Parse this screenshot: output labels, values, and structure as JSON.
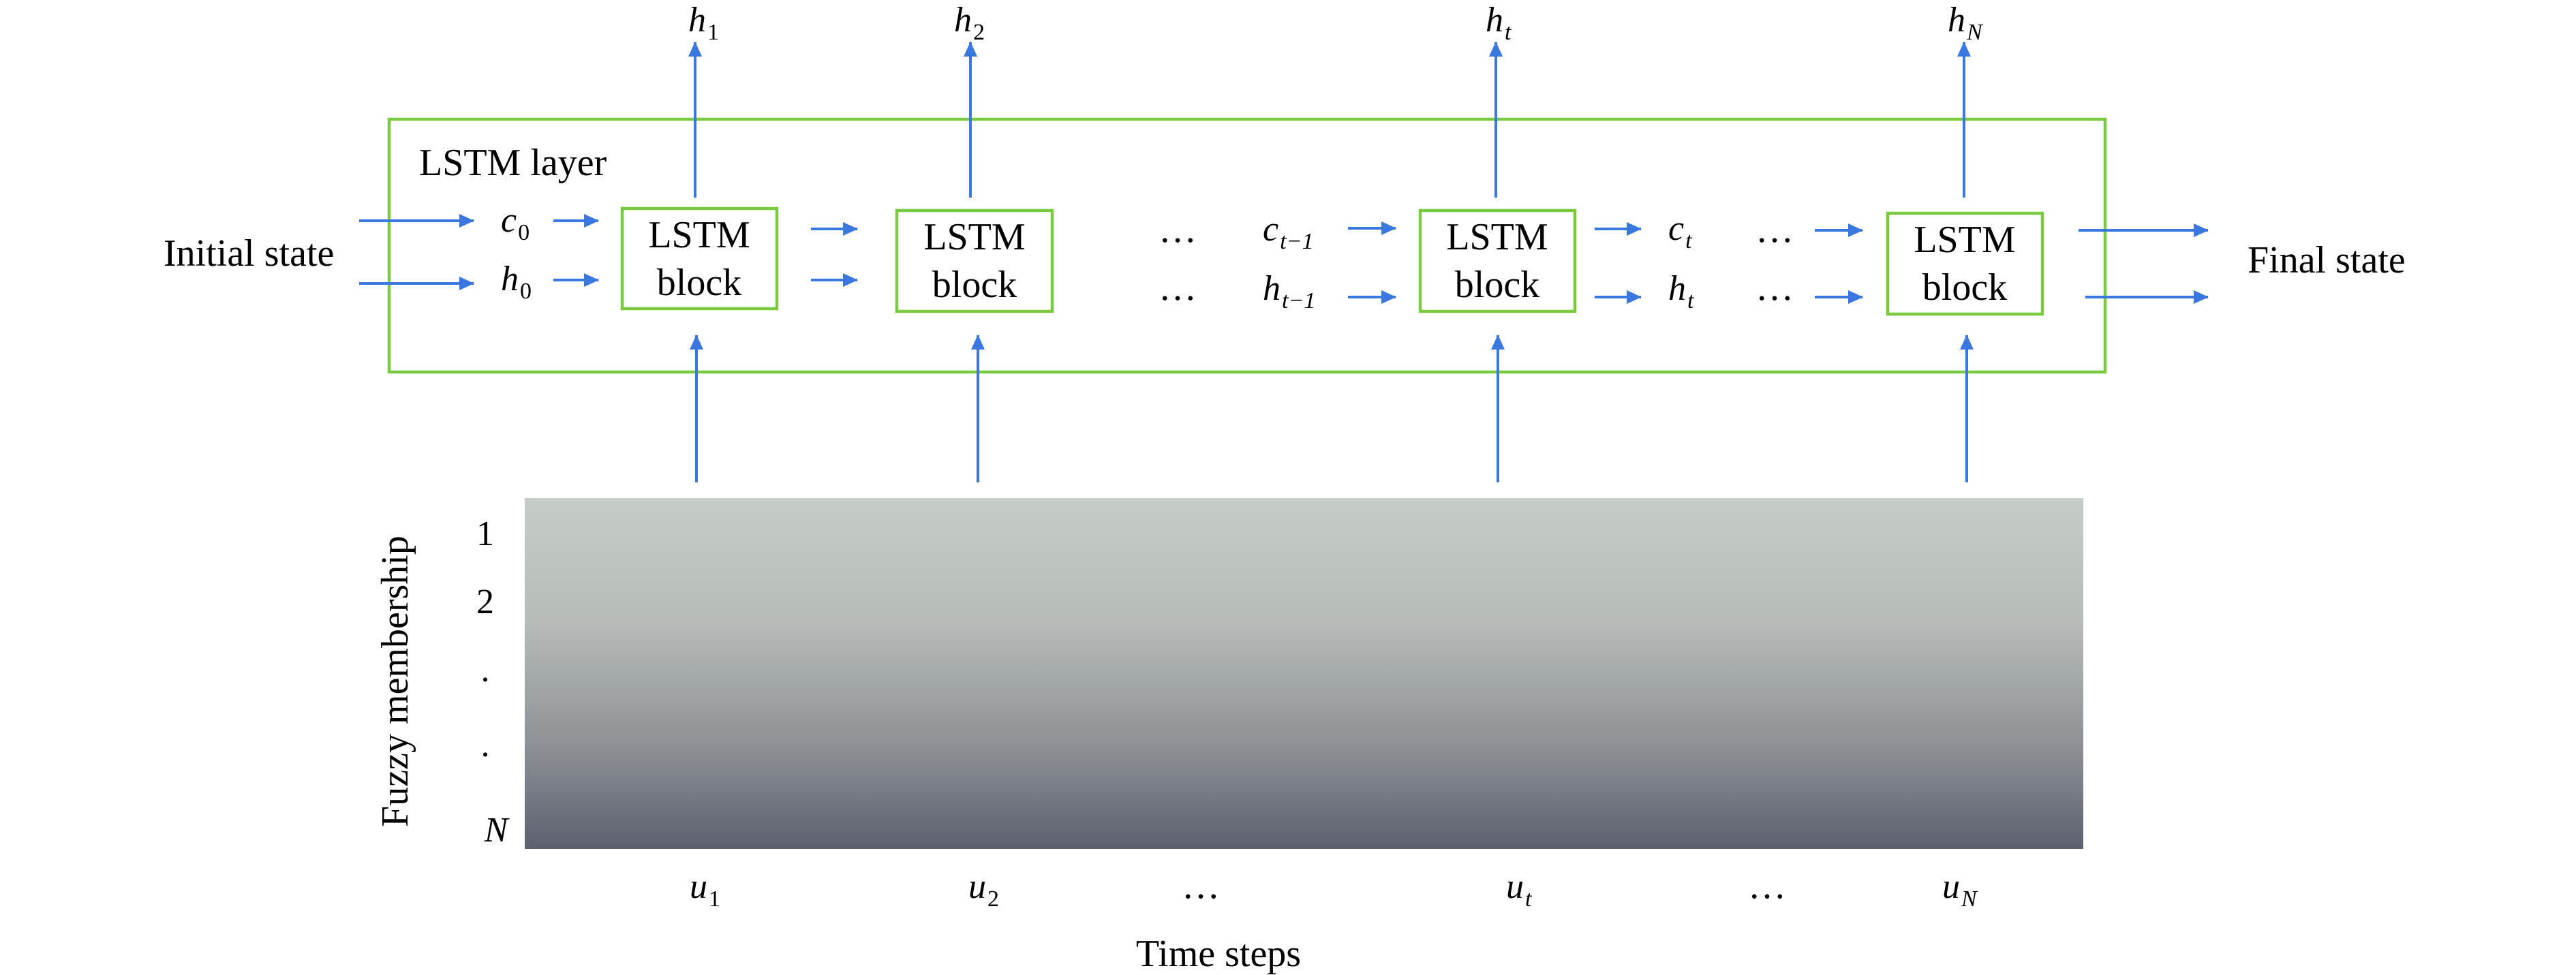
{
  "layer": {
    "title": "LSTM layer",
    "block_label_line1": "LSTM",
    "block_label_line2": "block"
  },
  "initial_state": "Initial state",
  "final_state": "Final state",
  "cell_states": {
    "c0_base": "c",
    "c0_sub": "0",
    "ct1_base": "c",
    "ct1_sub": "t−1",
    "ct_base": "c",
    "ct_sub": "t"
  },
  "hidden_states": {
    "h0_base": "h",
    "h0_sub": "0",
    "ht1_base": "h",
    "ht1_sub": "t−1",
    "ht_base": "h",
    "ht_sub": "t"
  },
  "outputs": [
    {
      "base": "h",
      "sub": "1"
    },
    {
      "base": "h",
      "sub": "2"
    },
    {
      "base": "h",
      "sub": "t"
    },
    {
      "base": "h",
      "sub": "N"
    }
  ],
  "ellipsis": "…",
  "membership": {
    "axis_label": "Fuzzy membership",
    "levels": [
      "1",
      "2",
      ".",
      ".",
      "N"
    ],
    "colors": {
      "top": "#c6ccc8",
      "bottom": "#5d6070"
    }
  },
  "inputs": [
    {
      "base": "u",
      "sub": "1"
    },
    {
      "base": "u",
      "sub": "2"
    },
    {
      "base": "u",
      "sub": "t"
    },
    {
      "base": "u",
      "sub": "N"
    }
  ],
  "time_axis_label": "Time steps",
  "colors": {
    "arrow": "#3a78e0",
    "box": "#7ac943"
  }
}
